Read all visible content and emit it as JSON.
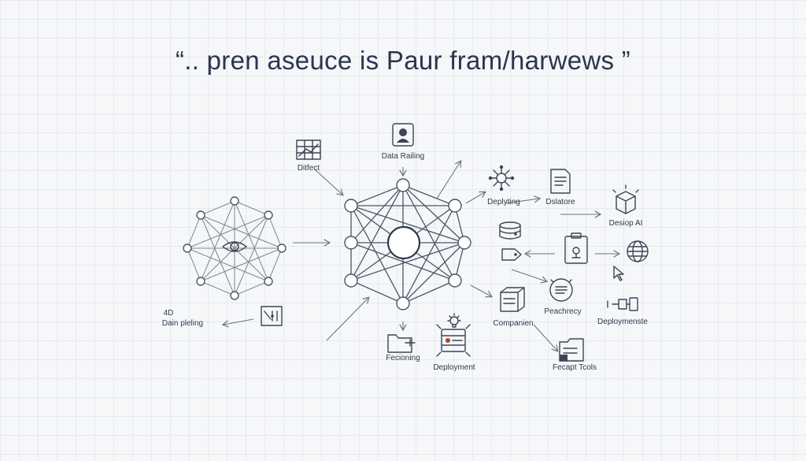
{
  "title": "“.. pren aseuce is Paur fram/harwews ”",
  "labels": {
    "ditfect": "Ditfect",
    "data_railing": "Data Railing",
    "deplyting": "Deplyting",
    "dslatore": "Dslatore",
    "desiop_ai": "Desiop AI",
    "dain_pleling": "Dain pleling",
    "fecioning": "Fecioning",
    "deployment": "Deployment",
    "companion": "Companien",
    "peachrecy": "Peachrecy",
    "deploymenste": "Deploymenste",
    "fecapt_tools": "Fecapt Tcols",
    "small_mark": "4D"
  },
  "colors": {
    "line": "#4a5568",
    "title": "#2a3550",
    "accent_red": "#c0392b",
    "background": "#f6f7f9"
  },
  "icons": [
    "grid-chart-icon",
    "person-badge-icon",
    "network-hub-icon",
    "document-icon",
    "box-3d-icon",
    "database-icon",
    "tag-icon",
    "clipboard-icon",
    "globe-icon",
    "cursor-icon",
    "server-stack-icon",
    "chat-list-icon",
    "plug-icon",
    "folder-icon",
    "settings-panel-icon",
    "lightbulb-icon",
    "film-strip-icon"
  ]
}
